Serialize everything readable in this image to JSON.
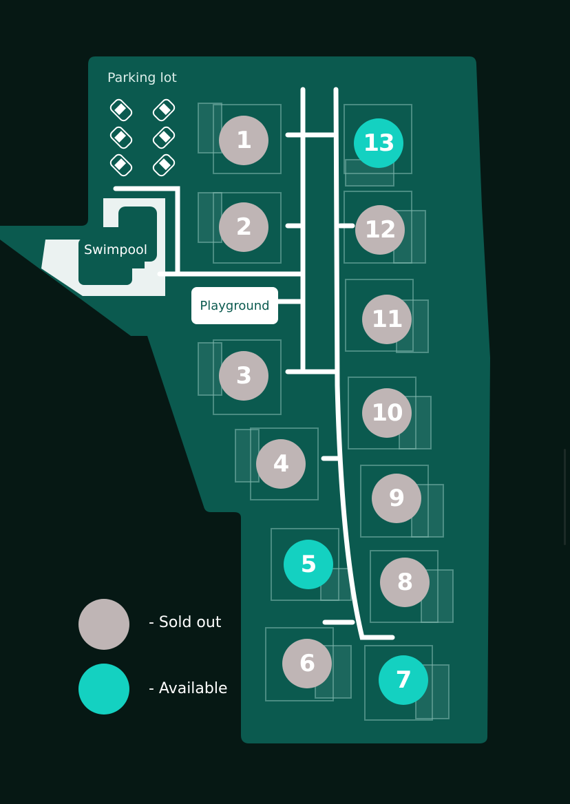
{
  "map": {
    "areas": {
      "parking": "Parking lot",
      "swimpool": "Swimpool",
      "playground": "Playground"
    },
    "plots": [
      {
        "number": "1",
        "status": "sold"
      },
      {
        "number": "2",
        "status": "sold"
      },
      {
        "number": "3",
        "status": "sold"
      },
      {
        "number": "4",
        "status": "sold"
      },
      {
        "number": "5",
        "status": "available"
      },
      {
        "number": "6",
        "status": "sold"
      },
      {
        "number": "7",
        "status": "available"
      },
      {
        "number": "8",
        "status": "sold"
      },
      {
        "number": "9",
        "status": "sold"
      },
      {
        "number": "10",
        "status": "sold"
      },
      {
        "number": "11",
        "status": "sold"
      },
      {
        "number": "12",
        "status": "sold"
      },
      {
        "number": "13",
        "status": "available"
      }
    ]
  },
  "legend": {
    "sold": "- Sold out",
    "available": "- Available"
  },
  "colors": {
    "background": "#061814",
    "site": "#0b5a4f",
    "sold": "#bfb5b5",
    "available": "#14d1c1",
    "road": "#ffffff"
  },
  "icons": [
    "car-icon"
  ]
}
